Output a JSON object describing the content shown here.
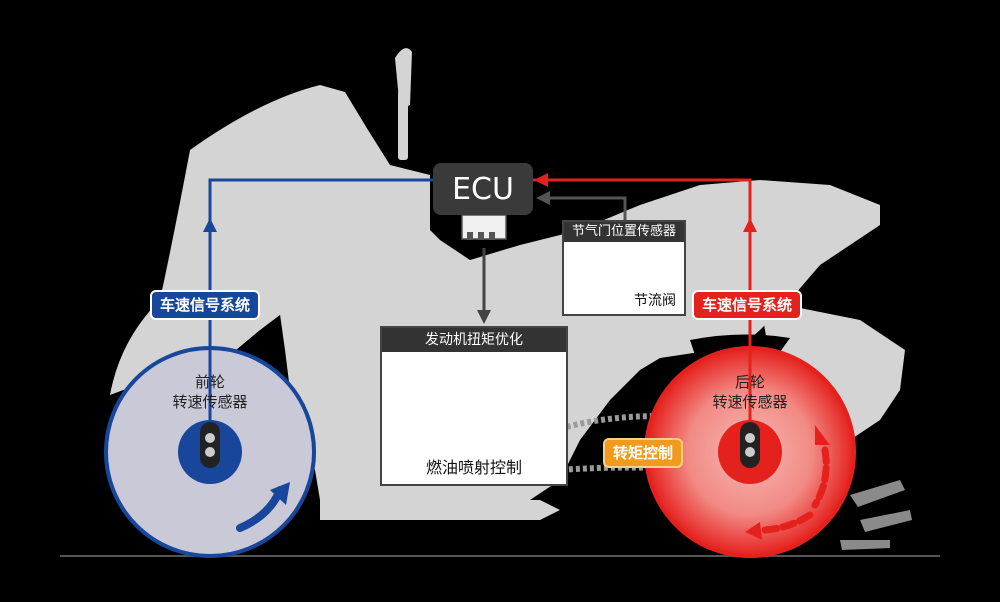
{
  "ecu_label": "ECU",
  "front": {
    "signal_label": "车速信号系统",
    "sensor_label_line1": "前轮",
    "sensor_label_line2": "转速传感器"
  },
  "rear": {
    "signal_label": "车速信号系统",
    "sensor_label_line1": "后轮",
    "sensor_label_line2": "转速传感器"
  },
  "throttle": {
    "title": "节气门位置传感器",
    "caption": "节流阀"
  },
  "engine": {
    "title": "发动机扭矩优化",
    "caption": "燃油喷射控制"
  },
  "torque_control_label": "转矩控制",
  "colors": {
    "background": "#000000",
    "silhouette": "#d4d4d4",
    "front_blue": "#17469a",
    "rear_red": "#e5211e",
    "torque_orange": "#f29a1d",
    "ecu_dark": "#3a3a3a"
  }
}
